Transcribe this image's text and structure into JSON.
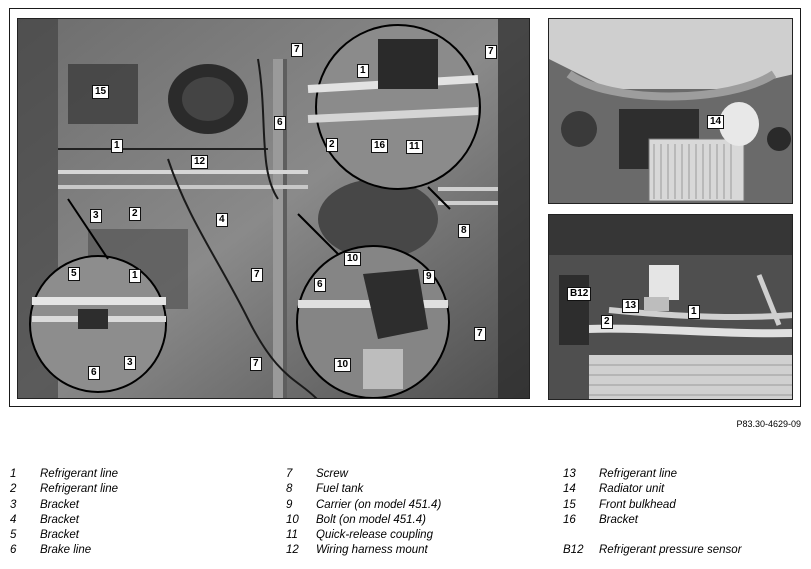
{
  "figure": {
    "reference": "P83.30-4629-09",
    "callouts_main": [
      "7",
      "7",
      "15",
      "6",
      "1",
      "12",
      "2",
      "3",
      "4",
      "7",
      "8",
      "7",
      "7",
      "1",
      "16",
      "2",
      "11",
      "10",
      "9",
      "6",
      "10",
      "5",
      "1",
      "3",
      "6"
    ],
    "callouts_tr": [
      "14"
    ],
    "callouts_br": [
      "B12",
      "2",
      "13",
      "1"
    ]
  },
  "legend": {
    "col1": [
      {
        "num": "1",
        "text": "Refrigerant line"
      },
      {
        "num": "2",
        "text": "Refrigerant line"
      },
      {
        "num": "3",
        "text": "Bracket"
      },
      {
        "num": "4",
        "text": "Bracket"
      },
      {
        "num": "5",
        "text": "Bracket"
      },
      {
        "num": "6",
        "text": "Brake line"
      }
    ],
    "col2": [
      {
        "num": "7",
        "text": "Screw"
      },
      {
        "num": "8",
        "text": "Fuel tank"
      },
      {
        "num": "9",
        "text": "Carrier (on model 451.4)"
      },
      {
        "num": "10",
        "text": "Bolt (on model 451.4)"
      },
      {
        "num": "11",
        "text": "Quick-release coupling"
      },
      {
        "num": "12",
        "text": "Wiring harness mount"
      }
    ],
    "col3": [
      {
        "num": "13",
        "text": "Refrigerant line"
      },
      {
        "num": "14",
        "text": "Radiator unit"
      },
      {
        "num": "15",
        "text": "Front bulkhead"
      },
      {
        "num": "16",
        "text": "Bracket"
      },
      {
        "num": "",
        "text": ""
      },
      {
        "num": "B12",
        "text": "Refrigerant pressure sensor"
      }
    ]
  }
}
